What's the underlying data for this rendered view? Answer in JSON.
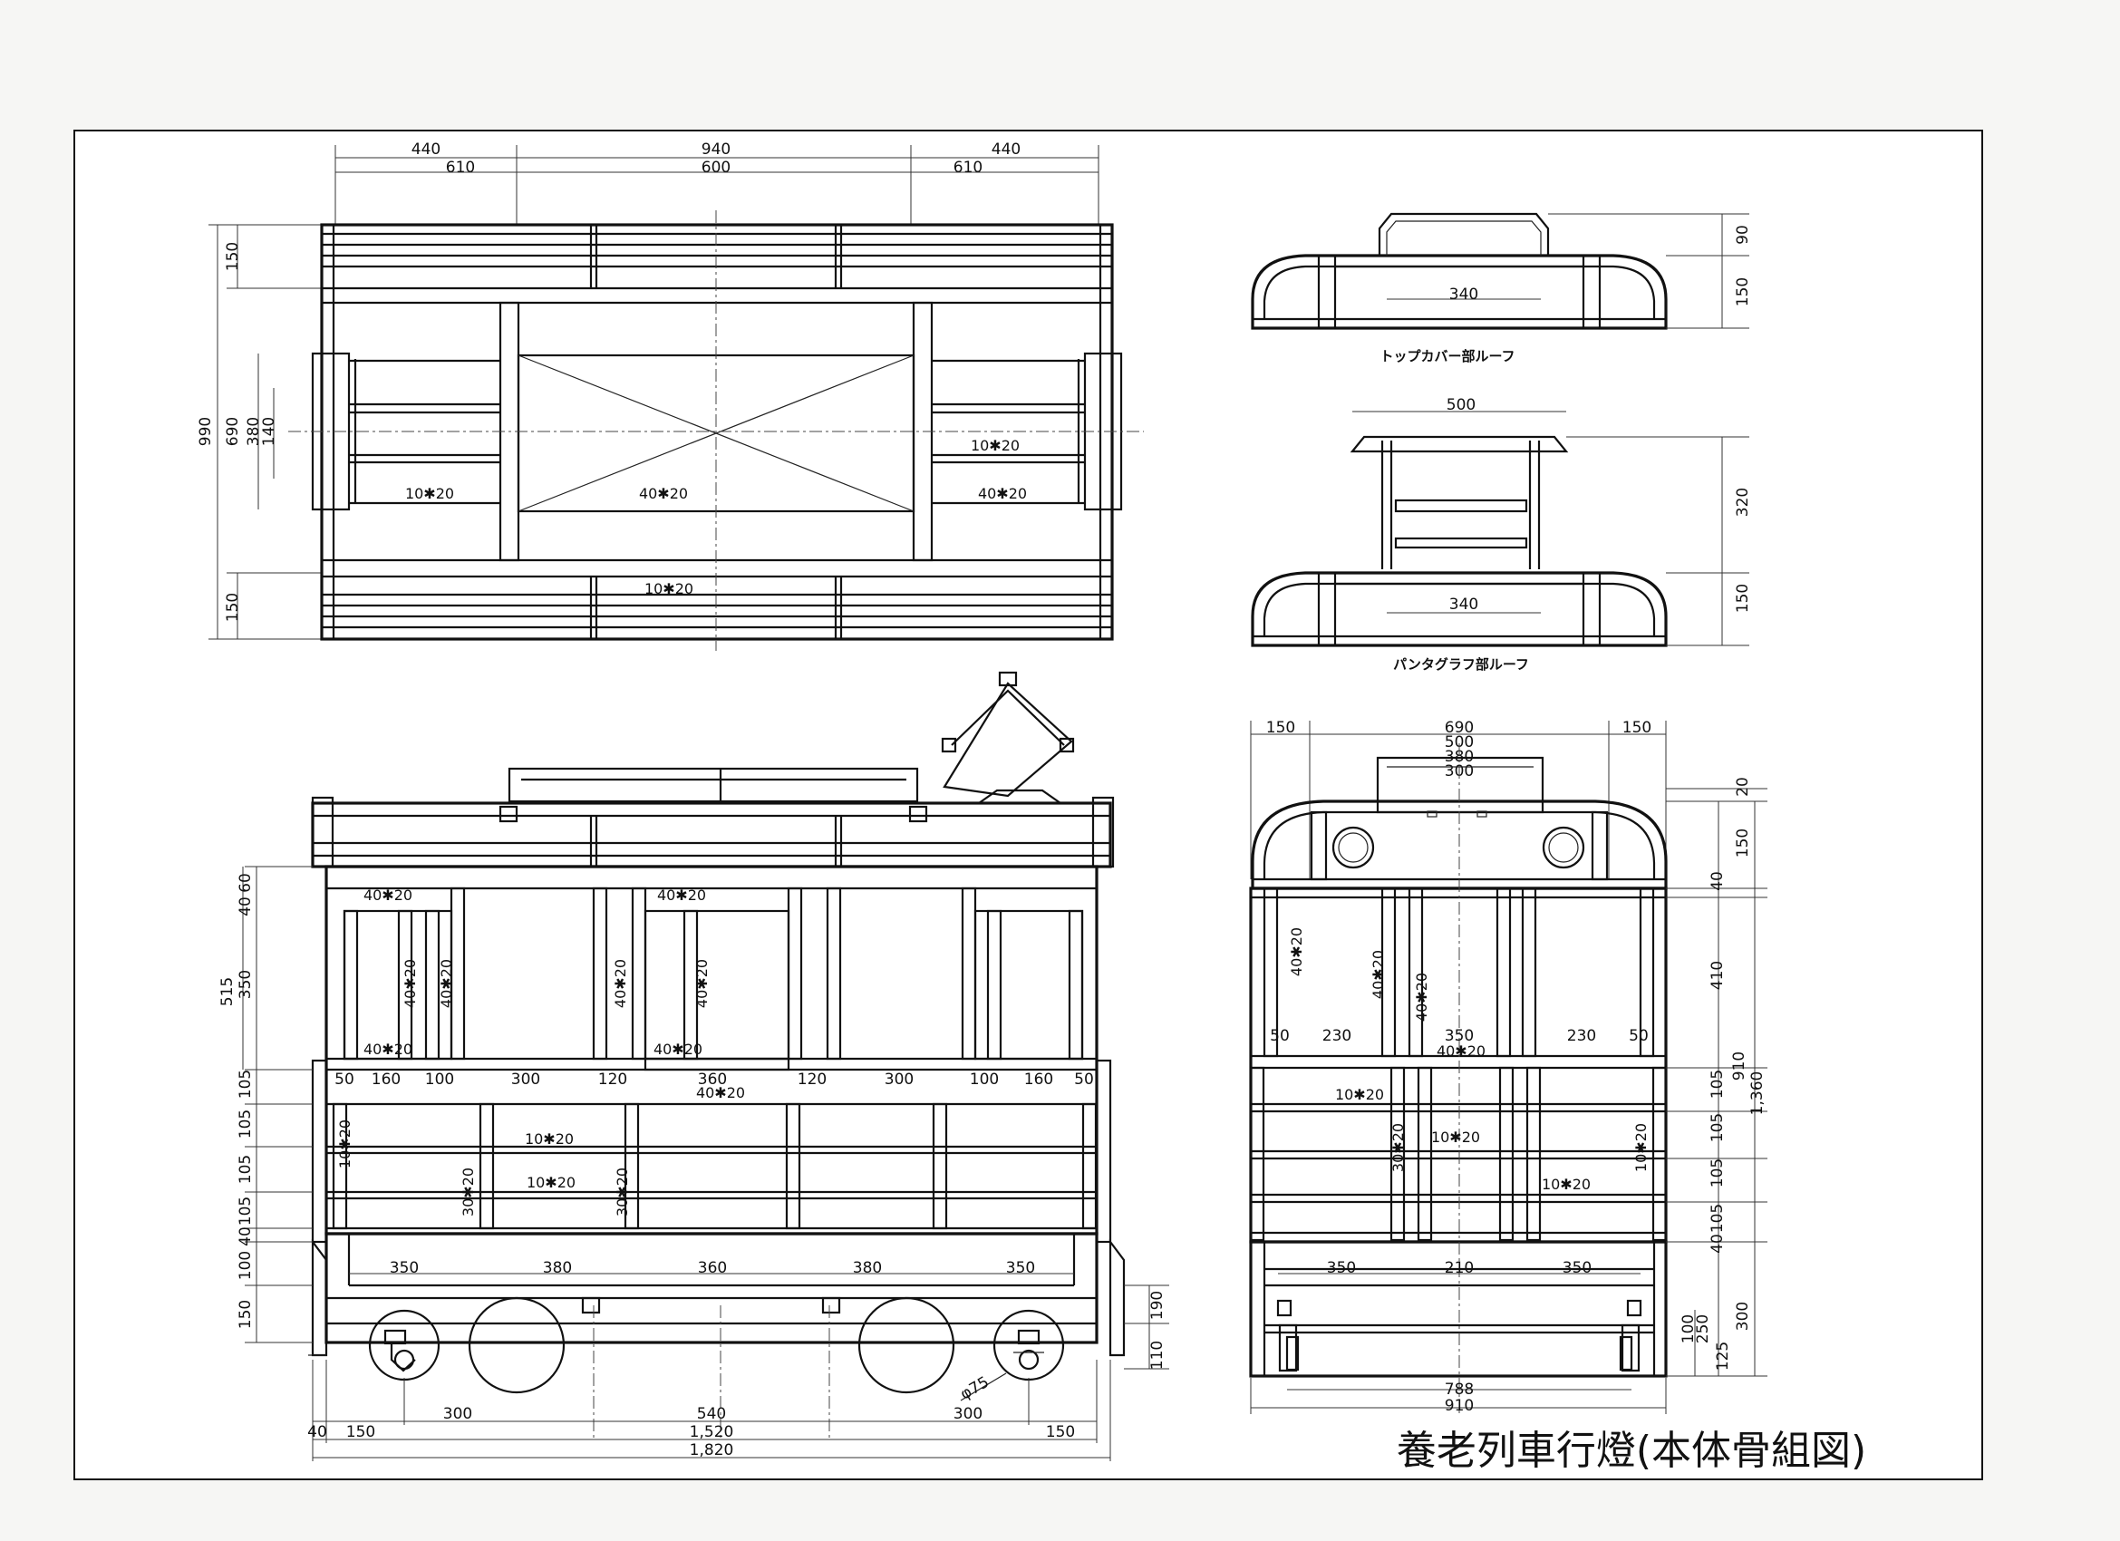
{
  "title": "養老列車行燈(本体骨組図)",
  "views": {
    "top_cover_roof": {
      "caption": "トップカバー部ルーフ",
      "dims": [
        "340",
        "90",
        "150"
      ]
    },
    "pantograph_roof": {
      "caption": "パンタグラフ部ルーフ",
      "dims": [
        "500",
        "340",
        "320",
        "150"
      ]
    }
  },
  "plan_view": {
    "top_dims": [
      "440",
      "940",
      "440"
    ],
    "sub_dims": [
      "610",
      "600",
      "610"
    ],
    "left_dims": [
      "990",
      "150",
      "690",
      "380",
      "140",
      "150"
    ],
    "labels": [
      "10✱20",
      "40✱20",
      "10✱20",
      "40✱20",
      "10✱20"
    ]
  },
  "side_view": {
    "left_dims": [
      "60",
      "40",
      "350",
      "515",
      "105",
      "105",
      "105",
      "105",
      "40",
      "100",
      "150"
    ],
    "span_dims": [
      "50",
      "160",
      "100",
      "300",
      "120",
      "360",
      "120",
      "300",
      "100",
      "160",
      "50"
    ],
    "lower_dims": [
      "350",
      "380",
      "360",
      "380",
      "350"
    ],
    "bottom_dims": [
      "40",
      "150",
      "300",
      "540",
      "1,520",
      "300",
      "150",
      "1,820"
    ],
    "right_dims": [
      "190",
      "110"
    ],
    "wheel_dim": "φ75",
    "labels": [
      "40✱20",
      "40✱20",
      "40✱20",
      "40✱20",
      "40✱20",
      "40✱20",
      "40✱20",
      "40✱20",
      "40✱20",
      "10✱20",
      "10✱20",
      "10✱20",
      "30✱20",
      "30✱20"
    ]
  },
  "end_view": {
    "top_dims": [
      "150",
      "690",
      "150",
      "500",
      "380",
      "300"
    ],
    "right_dims": [
      "20",
      "150",
      "40",
      "410",
      "910",
      "1,360",
      "105",
      "105",
      "105",
      "105",
      "40",
      "300"
    ],
    "inner_dims": [
      "100",
      "250",
      "125"
    ],
    "span_dims": [
      "50",
      "230",
      "350",
      "230",
      "50"
    ],
    "lower_dims": [
      "350",
      "210",
      "350"
    ],
    "bottom_dims": [
      "788",
      "910"
    ],
    "labels": [
      "40✱20",
      "40✱20",
      "40✱20",
      "40✱20",
      "10✱20",
      "10✱20",
      "10✱20",
      "30✱20",
      "10✱20"
    ]
  }
}
